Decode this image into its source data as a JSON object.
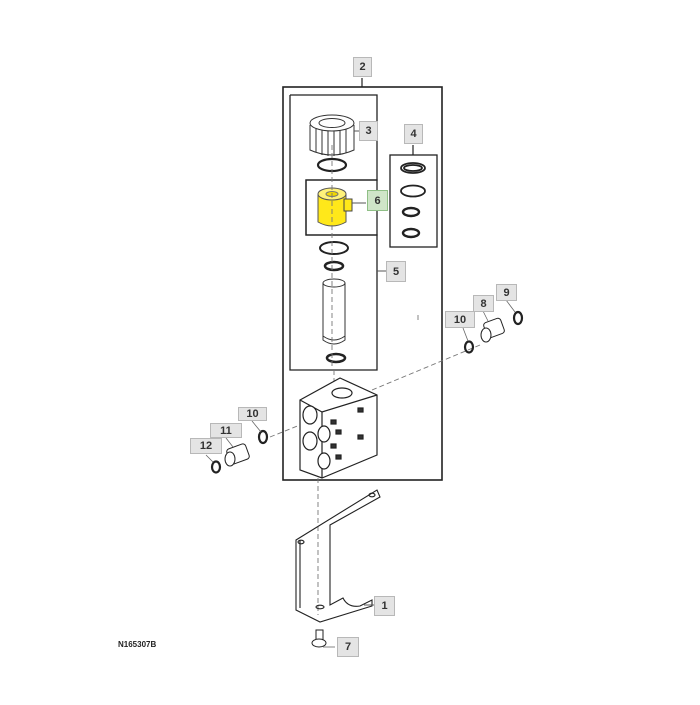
{
  "diagram": {
    "figure_id": "N165307B",
    "highlight_color": "#ffe81a",
    "highlight_callout_color": "#cfe5c8",
    "callouts": [
      {
        "label": "1",
        "part": "Bracket"
      },
      {
        "label": "2",
        "part": "Valve Assembly"
      },
      {
        "label": "3",
        "part": "Knurled Nut"
      },
      {
        "label": "4",
        "part": "O-Ring Seal Kit"
      },
      {
        "label": "5",
        "part": "Solenoid Cartridge Kit"
      },
      {
        "label": "6",
        "part": "Solenoid Coil",
        "highlighted": true
      },
      {
        "label": "7",
        "part": "Flange Screw"
      },
      {
        "label": "8",
        "part": "Fitting"
      },
      {
        "label": "9",
        "part": "O-Ring"
      },
      {
        "label": "10",
        "part": "O-Ring"
      },
      {
        "label": "11",
        "part": "Fitting"
      },
      {
        "label": "12",
        "part": "O-Ring"
      },
      {
        "label": "10",
        "part": "O-Ring"
      }
    ]
  }
}
